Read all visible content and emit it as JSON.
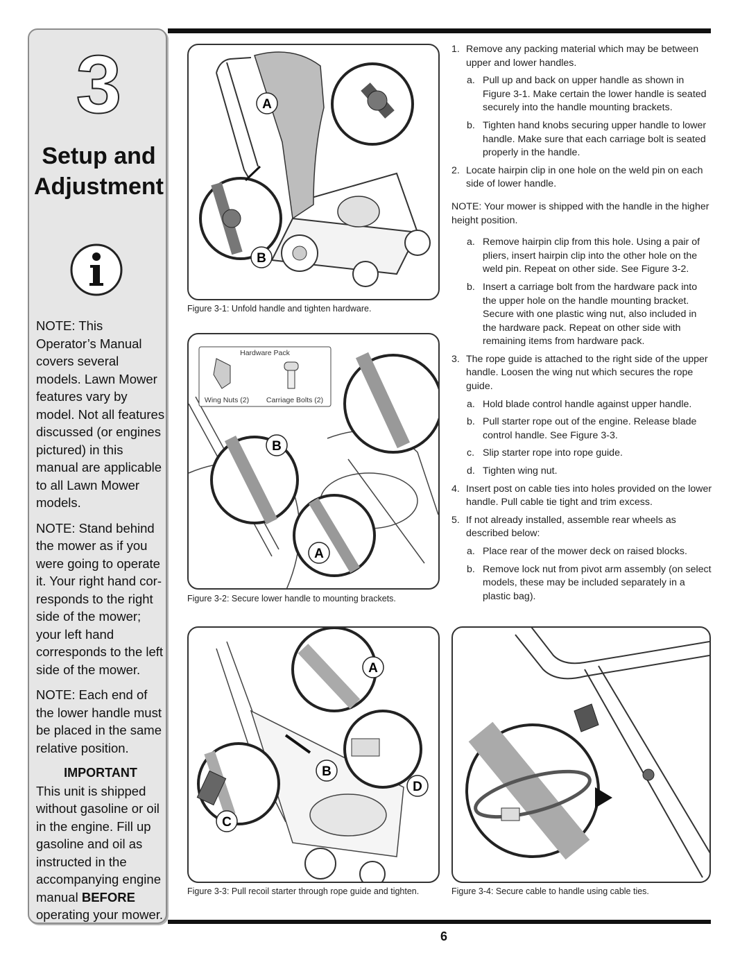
{
  "chapter": {
    "number": "3",
    "title_line1": "Setup and",
    "title_line2": "Adjustment"
  },
  "sidebar": {
    "note1": "NOTE: This Operator’s Manual covers several models. Lawn Mower features vary by model. Not all features discussed (or engines pictured) in this manual are applicable to all Lawn Mower models.",
    "note2": "NOTE: Stand behind the mower as if you were going to operate it. Your right hand cor-responds to the right side of the mower; your left hand corresponds to the left side of the mower.",
    "note3": "NOTE: Each end of the lower handle must be placed in the same relative position.",
    "important_heading": "IMPORTANT",
    "important_text": "This unit is shipped without gasoline or oil in the engine. Fill up gasoline and oil as instructed in the accompanying engine manual",
    "important_bold": "BEFORE",
    "important_tail": "operating your mower."
  },
  "figures": {
    "fig1": {
      "caption": "Figure 3-1: Unfold handle and tighten hardware.",
      "callouts": [
        "A",
        "B"
      ]
    },
    "fig2": {
      "caption": "Figure 3-2: Secure lower handle to mounting brackets.",
      "callouts": [
        "B",
        "A"
      ],
      "hardware_title": "Hardware Pack",
      "wing_nuts": "Wing Nuts (2)",
      "carriage_bolts": "Carriage Bolts (2)"
    },
    "fig3": {
      "caption": "Figure 3-3: Pull recoil starter through rope guide and tighten.",
      "callouts": [
        "A",
        "B",
        "C",
        "D"
      ]
    },
    "fig4": {
      "caption": "Figure 3-4: Secure cable to handle using cable ties."
    }
  },
  "instructions": {
    "s1": "Remove any packing material which may be between upper and lower handles.",
    "s1a": "Pull up and back on upper handle as shown in Figure 3-1. Make certain the lower handle is seated securely into the handle mounting brackets.",
    "s1b": "Tighten hand knobs securing upper handle to lower handle. Make sure that each carriage bolt is seated properly in the handle.",
    "s2": "Locate hairpin clip in one hole on the weld pin on each side of lower handle.",
    "note": "NOTE: Your mower is shipped with the handle in the higher height position.",
    "s2a": "Remove hairpin clip from this hole. Using a pair of pliers, insert hairpin clip into the other hole on the weld pin. Repeat on other side. See Figure 3-2.",
    "s2b": "Insert a carriage bolt from the hardware pack into the upper hole on the handle mounting bracket. Secure with one plastic wing nut, also included in the hardware pack. Repeat on other side with remaining items from hardware pack.",
    "s3": "The rope guide is attached to the right side of the upper handle. Loosen the wing nut which secures the rope guide.",
    "s3a": "Hold blade control handle against upper handle.",
    "s3b": "Pull starter rope out of the engine. Release blade control handle. See Figure 3-3.",
    "s3c": "Slip starter rope into rope guide.",
    "s3d": "Tighten wing nut.",
    "s4": "Insert post on cable ties into holes provided on the lower handle. Pull cable tie tight and trim excess.",
    "s5": "If not already installed, assemble rear wheels as described below:",
    "s5a": "Place rear of the mower deck on raised blocks.",
    "s5b": "Remove lock nut from pivot arm assembly (on select models, these may be included separately in a plastic bag)."
  },
  "labels": {
    "n1": "1.",
    "n2": "2.",
    "n3": "3.",
    "n4": "4.",
    "n5": "5.",
    "a": "a.",
    "b": "b.",
    "c": "c.",
    "d": "d."
  },
  "page_number": "6"
}
